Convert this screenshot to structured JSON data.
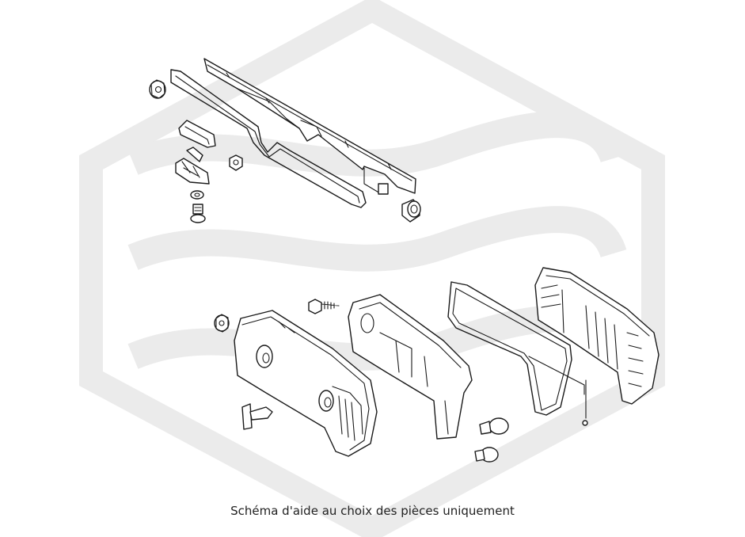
{
  "caption": "Schéma d'aide au choix des pièces uniquement",
  "colors": {
    "background": "#ffffff",
    "line_art": "#1a1a1a",
    "watermark": "#ebebeb",
    "caption_text": "#222222"
  },
  "watermark": {
    "shape": "hexagon-with-waves"
  },
  "parts": [
    "rear-trim-strip",
    "trim-strip-gasket",
    "flange-nut",
    "clip-housing",
    "mounting-bracket",
    "hex-nut",
    "lock-washer",
    "bolt",
    "rubber-grommet",
    "tail-lamp-housing",
    "push-rivet",
    "screw",
    "bulb-holder",
    "lamp-gasket",
    "bulb-large",
    "bulb-small",
    "tail-lamp-lens",
    "wire-pin"
  ]
}
